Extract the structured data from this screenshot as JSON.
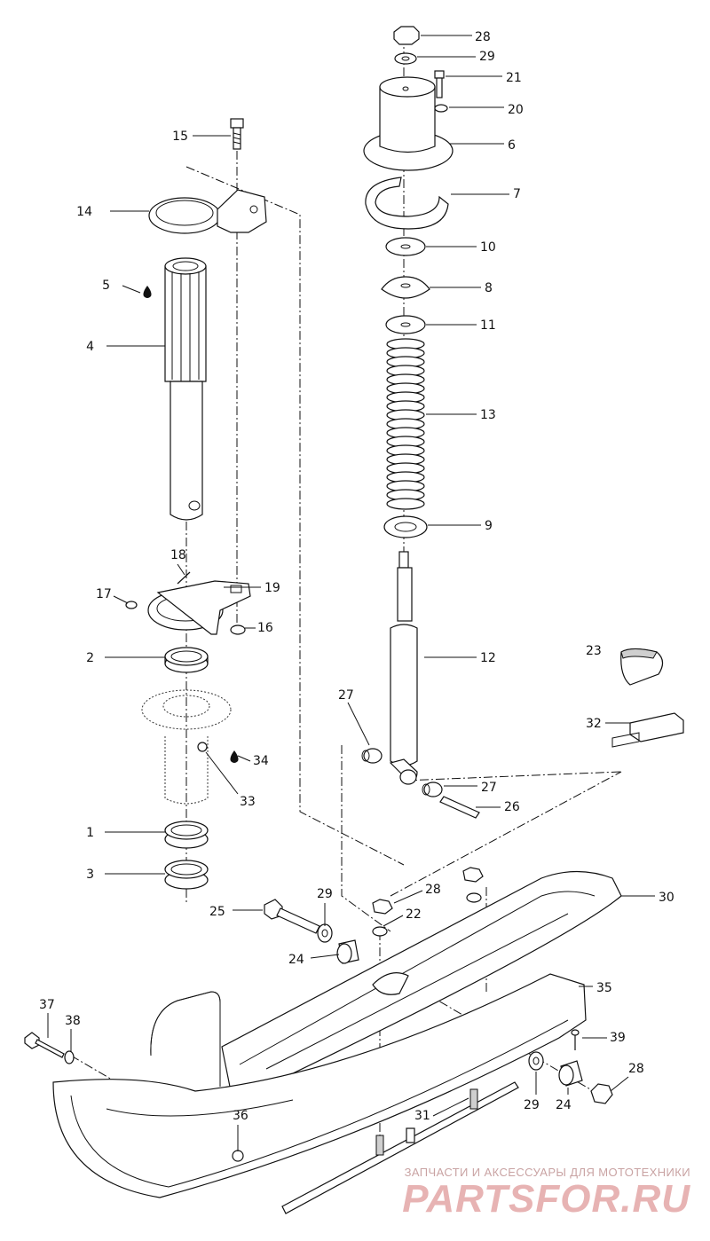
{
  "watermark": {
    "subtitle": "ЗАПЧАСТИ И АКСЕССУАРЫ ДЛЯ МОТОТЕХНИКИ",
    "logo": "PARTSFOR.RU"
  },
  "callouts": [
    "28",
    "29",
    "21",
    "20",
    "6",
    "7",
    "10",
    "8",
    "11",
    "13",
    "9",
    "12",
    "23",
    "32",
    "15",
    "14",
    "5",
    "4",
    "18",
    "17",
    "19",
    "16",
    "2",
    "34",
    "33",
    "1",
    "3",
    "27",
    "27",
    "26",
    "28",
    "30",
    "22",
    "29",
    "25",
    "24",
    "35",
    "37",
    "38",
    "39",
    "28",
    "36",
    "29",
    "24",
    "31"
  ],
  "icons": {
    "oil": "oil-drop-icon"
  }
}
